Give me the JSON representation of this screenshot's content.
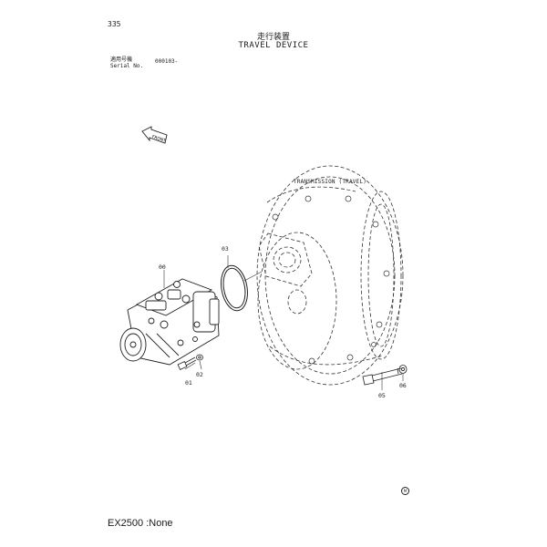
{
  "header": {
    "page_number": "335",
    "title_jp": "走行装置",
    "title_en": "TRAVEL DEVICE",
    "serial_label_jp": "適用号機",
    "serial_label_en": "Serial No.",
    "serial_value": "000103-"
  },
  "diagram": {
    "front_arrow_label": "FRONT",
    "assembly_label": "TRANSMISSION (TRAVEL)",
    "parts": {
      "motor": "00",
      "bolt_small": "01",
      "washer_small": "02",
      "o_ring": "03",
      "bolt_large": "05",
      "washer_large": "06"
    }
  },
  "footer": {
    "model_text": "EX2500 :None",
    "corner_mark": "M"
  }
}
